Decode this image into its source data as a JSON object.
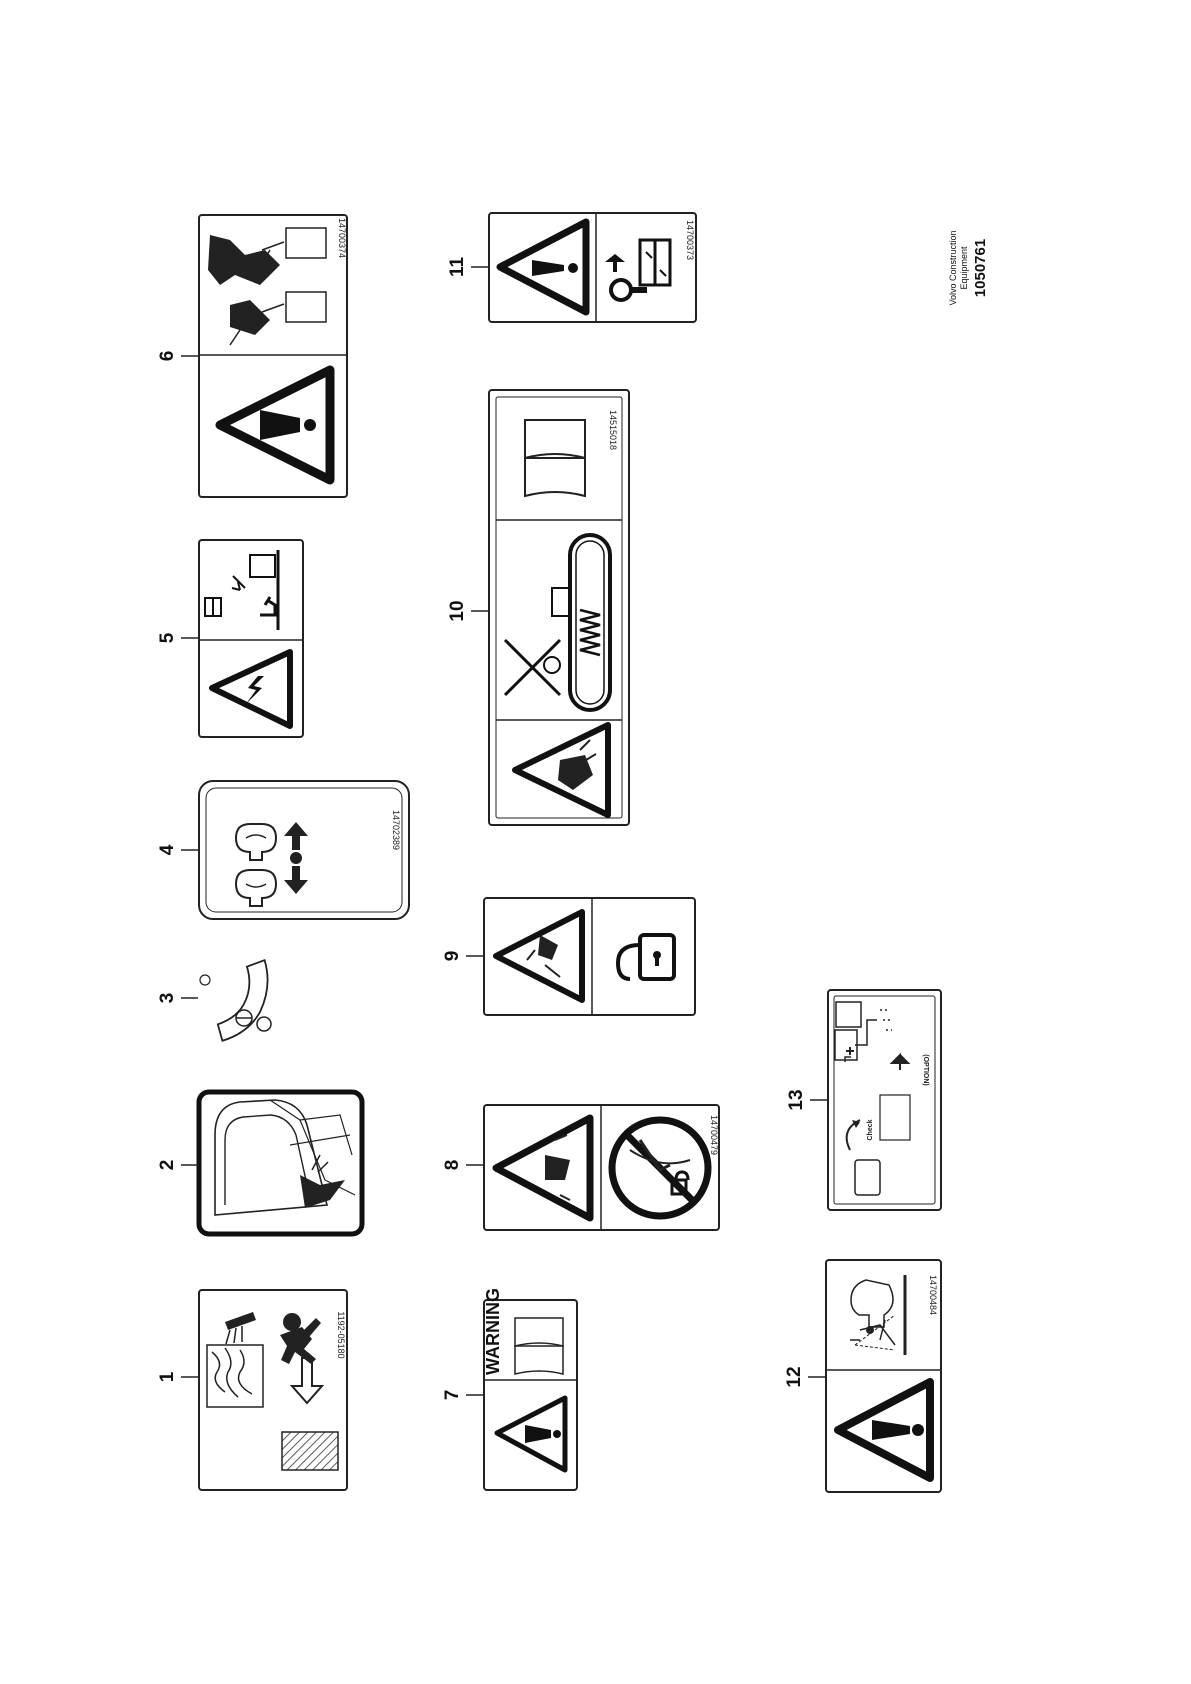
{
  "callouts": [
    "1",
    "2",
    "3",
    "4",
    "5",
    "6",
    "7",
    "8",
    "9",
    "10",
    "11",
    "12",
    "13"
  ],
  "part_numbers": {
    "d1": "1192-05180",
    "d4": "14702389",
    "d6": "14700374",
    "d8": "14700479",
    "d10": "14515018",
    "d11": "14700373",
    "d12": "14700484"
  },
  "d7_warning": "WARNING",
  "d13": {
    "check": "Check",
    "option": "(OPTION)"
  },
  "credit": {
    "line1": "Volvo Construction",
    "line2": "Equipment",
    "docno": "1050761"
  }
}
